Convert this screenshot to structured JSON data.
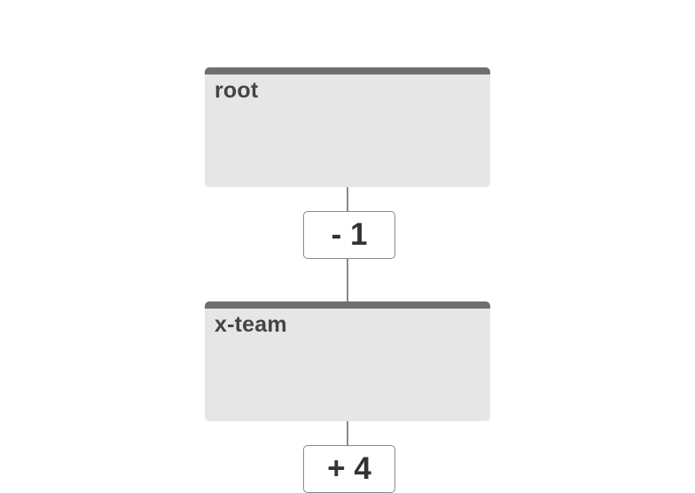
{
  "nodes": [
    {
      "label": "root"
    },
    {
      "label": "x-team"
    }
  ],
  "toggles": [
    {
      "label": "- 1"
    },
    {
      "label": "+ 4"
    }
  ],
  "colors": {
    "node_fill": "#e6e6e6",
    "node_header": "#6f6f6f",
    "connector": "#8a8a8a",
    "text": "#444444"
  }
}
